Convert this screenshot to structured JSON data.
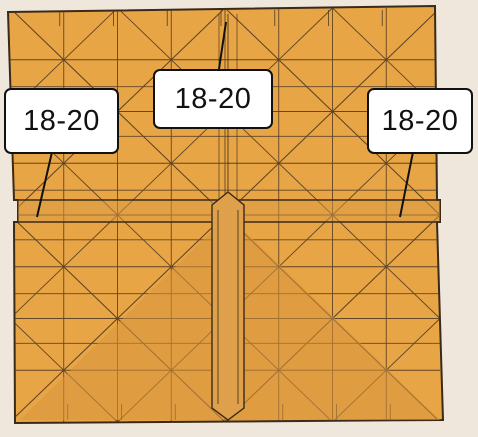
{
  "diagram": {
    "paper_color": "#e8a546",
    "crease_color": "#4a3520",
    "background_color": "#efe6dc",
    "callouts": [
      {
        "id": "left",
        "label": "18-20"
      },
      {
        "id": "mid",
        "label": "18-20"
      },
      {
        "id": "right",
        "label": "18-20"
      }
    ]
  }
}
